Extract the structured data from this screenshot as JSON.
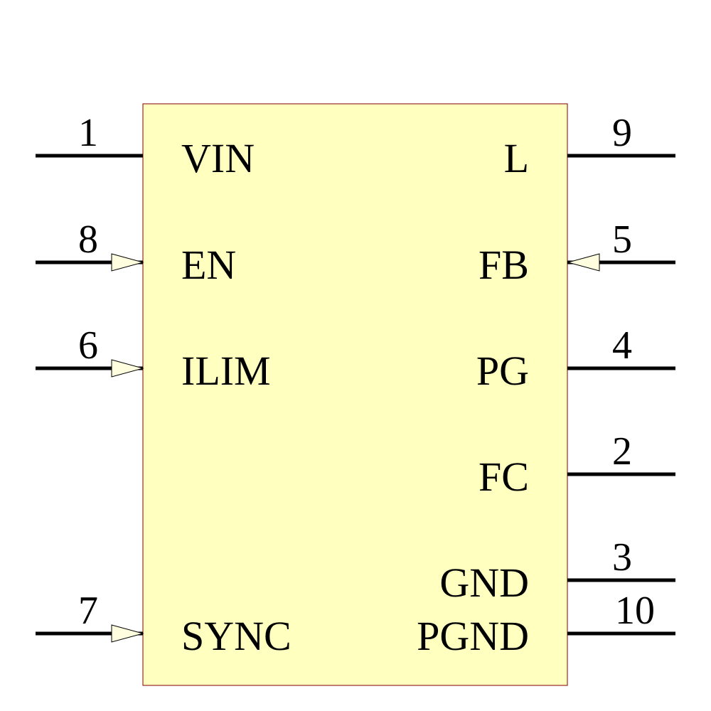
{
  "component": {
    "body_fill": "#ffffc0",
    "body_stroke": "#800000",
    "pin_color": "#000000"
  },
  "pins": {
    "left": [
      {
        "number": "1",
        "label": "VIN",
        "input_arrow": false
      },
      {
        "number": "8",
        "label": "EN",
        "input_arrow": true
      },
      {
        "number": "6",
        "label": "ILIM",
        "input_arrow": true
      },
      {
        "number": "7",
        "label": "SYNC",
        "input_arrow": true
      }
    ],
    "right": [
      {
        "number": "9",
        "label": "L",
        "input_arrow": false
      },
      {
        "number": "5",
        "label": "FB",
        "input_arrow": true
      },
      {
        "number": "4",
        "label": "PG",
        "input_arrow": false
      },
      {
        "number": "2",
        "label": "FC",
        "input_arrow": false
      },
      {
        "number": "3",
        "label": "GND",
        "input_arrow": false
      },
      {
        "number": "10",
        "label": "PGND",
        "input_arrow": false
      }
    ]
  }
}
